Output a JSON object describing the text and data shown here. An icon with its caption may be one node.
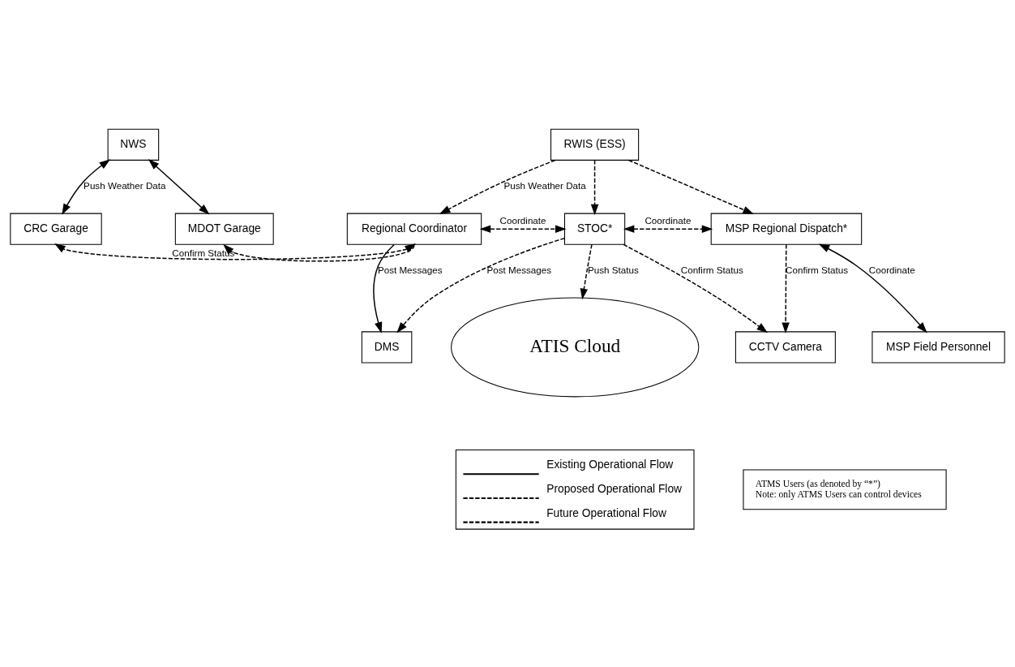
{
  "diagram": {
    "nodes": [
      {
        "text": [
          "NWS"
        ]
      },
      {
        "text": [
          "RWIS (ESS)"
        ]
      },
      {
        "text": [
          "CRC Garage"
        ]
      },
      {
        "text": [
          "MDOT Garage"
        ]
      },
      {
        "text": [
          "Regional Coordinator"
        ]
      },
      {
        "text": [
          "STOC*"
        ]
      },
      {
        "text": [
          "MSP Regional Dispatch*"
        ]
      },
      {
        "text": [
          "DMS"
        ]
      },
      {
        "text": [
          "CCTV Camera"
        ]
      },
      {
        "text": [
          "MSP Field Personnel"
        ]
      },
      {
        "text": [
          "ATIS Cloud"
        ]
      },
      {
        "text": [
          "ATMS Users (as denoted by “*”)",
          "Note: only ATMS Users can control devices"
        ]
      }
    ],
    "edges": [
      {
        "from": 0,
        "to": 2,
        "arrow": "both",
        "label": "Push Weather Data"
      },
      {
        "from": 0,
        "to": 3,
        "arrow": "both"
      },
      {
        "from": 1,
        "to": 4,
        "arrow": "to",
        "label": "Push Weather Data",
        "style": "dashed"
      },
      {
        "from": 1,
        "to": 5,
        "arrow": "to",
        "style": "dashed"
      },
      {
        "from": 1,
        "to": 6,
        "arrow": "to",
        "style": "dashed"
      },
      {
        "from": 4,
        "to": 5,
        "arrow": "both",
        "label": "Coordinate",
        "style": "dashed"
      },
      {
        "from": 5,
        "to": 6,
        "arrow": "both",
        "label": "Coordinate",
        "style": "dashed"
      },
      {
        "from": 4,
        "to": 2,
        "arrow": "both",
        "label": "Confirm Status",
        "style": "dashed"
      },
      {
        "from": 4,
        "to": 3,
        "arrow": "to",
        "style": "dashed"
      },
      {
        "from": 4,
        "to": 7,
        "arrow": "to",
        "label": "Post Messages"
      },
      {
        "from": 5,
        "to": 7,
        "arrow": "to",
        "label": "Post Messages",
        "style": "dashed"
      },
      {
        "from": 5,
        "to": 8,
        "arrow": "to",
        "label": "Confirm Status",
        "style": "dashed"
      },
      {
        "from": 6,
        "to": 8,
        "arrow": "to",
        "label": "Confirm Status",
        "style": "dashed"
      },
      {
        "from": 6,
        "to": 9,
        "arrow": "both",
        "label": "Coordinate"
      },
      {
        "from": 5,
        "to": 10,
        "arrow": "to",
        "label": "Push Status",
        "style": "dashed"
      }
    ],
    "legend": [
      {
        "text": "Existing Operational Flow"
      },
      {
        "text": "Proposed Operational Flow"
      },
      {
        "text": "Future Operational Flow"
      }
    ]
  }
}
